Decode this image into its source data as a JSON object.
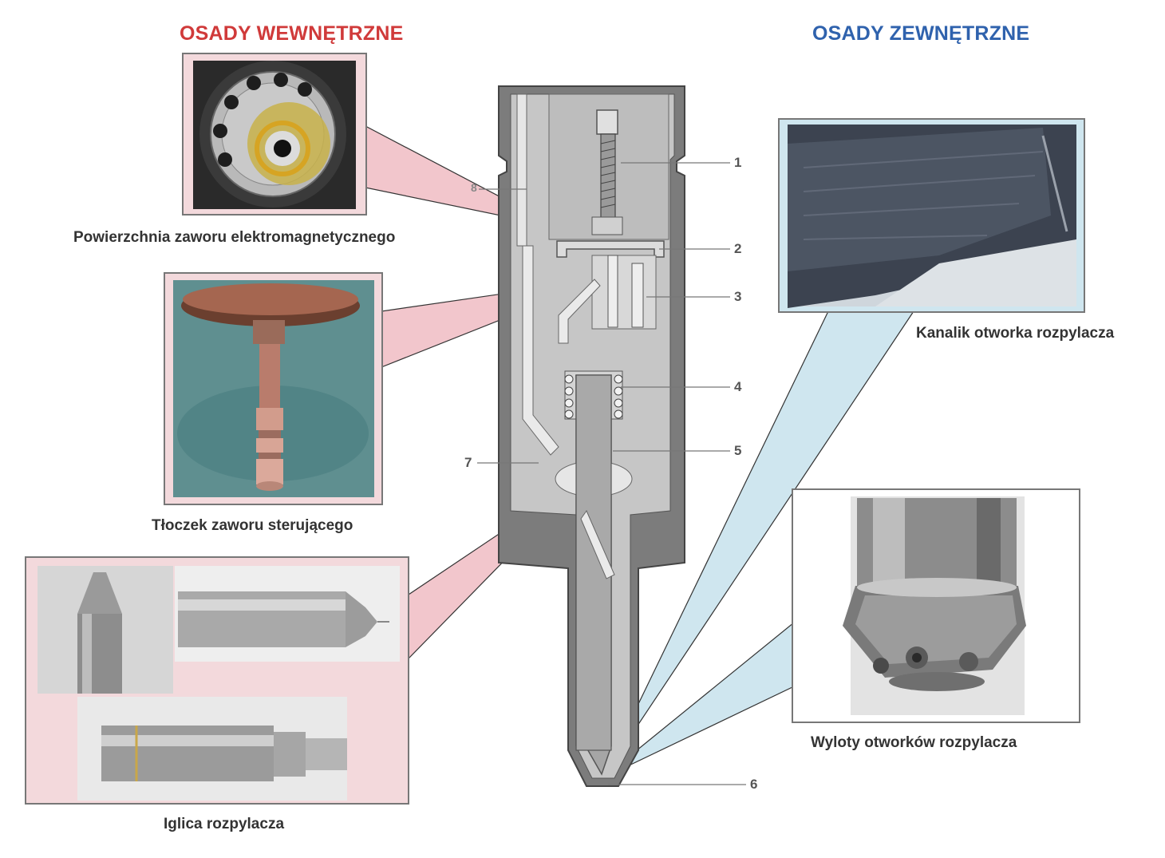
{
  "headings": {
    "internal": "OSADY WEWNĘTRZNE",
    "external": "OSADY ZEWNĘTRZNE"
  },
  "captions": {
    "valve_surface": "Powierzchnia zaworu elektromagnetycznego",
    "control_piston": "Tłoczek zaworu sterującego",
    "nozzle_needle": "Iglica rozpylacza",
    "nozzle_channel": "Kanalik otworka rozpylacza",
    "nozzle_outlets": "Wyloty otworków rozpylacza"
  },
  "callouts": [
    "1",
    "2",
    "3",
    "4",
    "5",
    "6",
    "7",
    "8"
  ],
  "colors": {
    "internal": "#d03a3a",
    "external": "#2f62ad",
    "internal_fill": "#f2c6cc",
    "external_fill": "#cfe6ef"
  }
}
